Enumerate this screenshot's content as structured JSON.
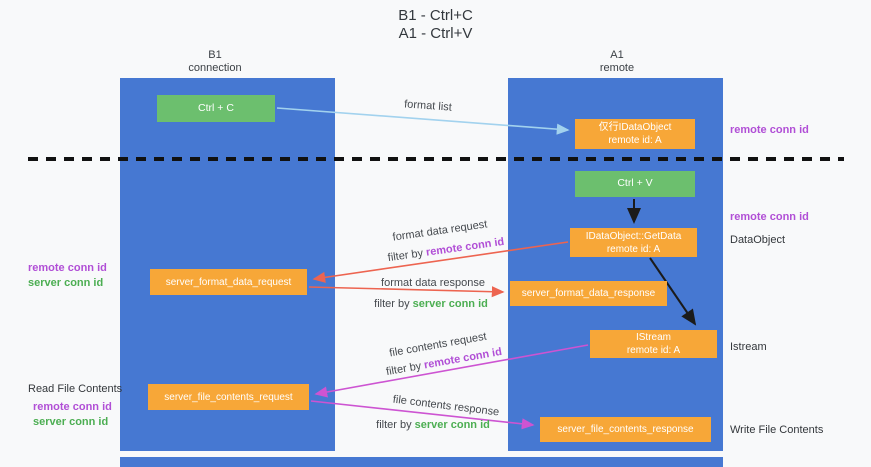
{
  "title": {
    "line1": "B1 - Ctrl+C",
    "line2": "A1 - Ctrl+V"
  },
  "lanes": {
    "left": {
      "name": "B1",
      "sub": "connection"
    },
    "right": {
      "name": "A1",
      "sub": "remote"
    }
  },
  "nodes": {
    "ctrl_c": {
      "label": "Ctrl + C"
    },
    "ctrl_v": {
      "label": "Ctrl + V"
    },
    "idataobject": {
      "line1": "仅行IDataObject",
      "line2": "remote id: A"
    },
    "getdata": {
      "line1": "IDataObject::GetData",
      "line2": "remote id: A"
    },
    "istream": {
      "line1": "IStream",
      "line2": "remote id: A"
    },
    "format_request": {
      "label": "server_format_data_request"
    },
    "format_response": {
      "label": "server_format_data_response"
    },
    "file_request": {
      "label": "server_file_contents_request"
    },
    "file_response": {
      "label": "server_file_contents_response"
    }
  },
  "edge_labels": {
    "format_list": "format list",
    "format_data_request": "format data request",
    "format_data_response": "format data response",
    "file_contents_request": "file contents request",
    "file_contents_response": "file contents response",
    "filter_by": "filter by ",
    "remote_conn_id": "remote conn id",
    "server_conn_id": "server conn id"
  },
  "side_labels": {
    "remote_conn_id_top": "remote conn id",
    "remote_conn_id_mid": "remote conn id",
    "dataobject": "DataObject",
    "istream": "Istream",
    "write_file_contents": "Write File Contents",
    "read_file_contents": "Read File Contents",
    "left_remote_conn_id_top": "remote conn id",
    "left_server_conn_id_top": "server conn id",
    "left_remote_conn_id_bottom": "remote conn id",
    "left_server_conn_id_bottom": "server conn id"
  },
  "colors": {
    "lane_blue": "#4678d2",
    "box_green": "#6cbf6e",
    "box_orange": "#f7a738",
    "accent_magenta": "#b14fd6",
    "accent_green": "#4cae52",
    "arrow_red": "#ed6450",
    "arrow_magenta": "#cd54d2",
    "arrow_blue": "#a2d2ee",
    "arrow_black": "#1b1b1b",
    "dash_black": "#111111"
  }
}
